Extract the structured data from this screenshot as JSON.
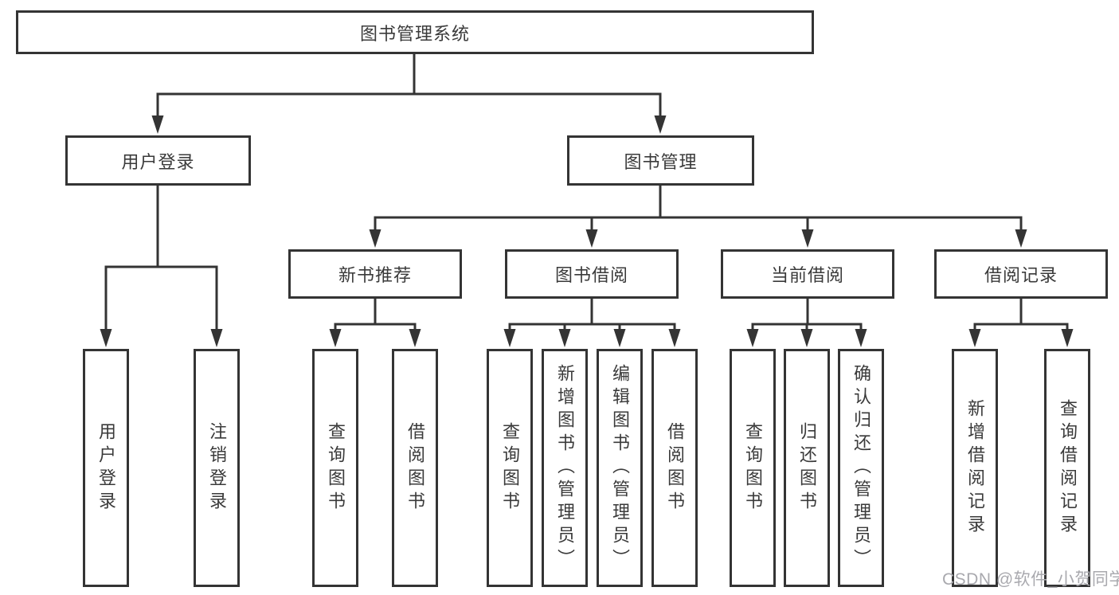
{
  "nodes": {
    "root": "图书管理系统",
    "user_login": "用户登录",
    "book_management": "图书管理",
    "new_book_recommend": "新书推荐",
    "book_borrow": "图书借阅",
    "current_borrow": "当前借阅",
    "borrow_records": "借阅记录",
    "leaf_user_login": "用户登录",
    "leaf_logout": "注销登录",
    "leaf_nb_query_books": "查询图书",
    "leaf_nb_borrow_books": "借阅图书",
    "leaf_bb_query_books": "查询图书",
    "leaf_bb_add_books": "新增图书（管理员）",
    "leaf_bb_edit_books": "编辑图书（管理员）",
    "leaf_bb_borrow_books": "借阅图书",
    "leaf_cb_query_books": "查询图书",
    "leaf_cb_return_books": "归还图书",
    "leaf_cb_confirm_return": "确认归还（管理员）",
    "leaf_br_add_record": "新增借阅记录",
    "leaf_br_query_record": "查询借阅记录"
  },
  "watermark": "CSDN @软件_小贺同学",
  "colors": {
    "line": "#343434",
    "text": "#3a3a3a",
    "box_background": "#ffffff",
    "page_background": "#ffffff",
    "watermark": "#a9a9ae"
  }
}
